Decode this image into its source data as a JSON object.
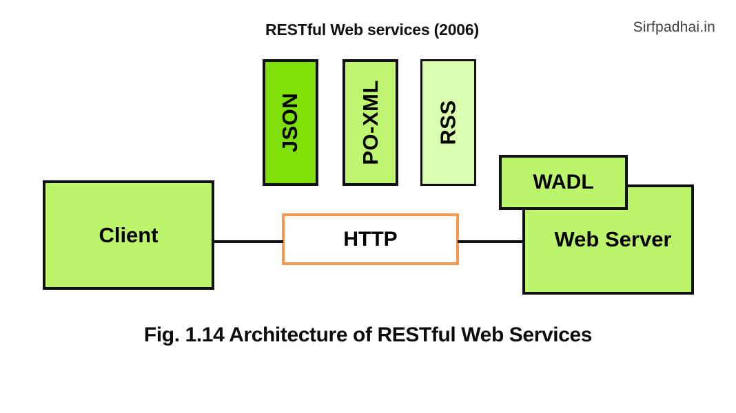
{
  "header": {
    "title": "RESTful Web services (2006)",
    "watermark": "Sirfpadhai.in"
  },
  "caption": "Fig. 1.14 Architecture of RESTful Web Services",
  "diagram": {
    "format_boxes": [
      {
        "label": "JSON",
        "color": "#7ee006"
      },
      {
        "label": "PO-XML",
        "color": "#c0f571"
      },
      {
        "label": "RSS",
        "color": "#dbffae"
      }
    ],
    "nodes": {
      "client": {
        "label": "Client",
        "color": "#bcf56b",
        "border": "#111111"
      },
      "protocol": {
        "label": "HTTP",
        "color": "#ffffff",
        "border": "#f79a4e"
      },
      "web_server": {
        "label": "Web Server",
        "color": "#bcf56b",
        "border": "#111111"
      },
      "wadl": {
        "label": "WADL",
        "color": "#bcf56b",
        "border": "#111111"
      }
    },
    "connectors": [
      {
        "from": "client",
        "to": "protocol"
      },
      {
        "from": "protocol",
        "to": "web_server"
      }
    ]
  },
  "colors": {
    "background": "#ffffff",
    "line": "#111111",
    "accent_orange": "#f79a4e",
    "text": "#000000"
  }
}
